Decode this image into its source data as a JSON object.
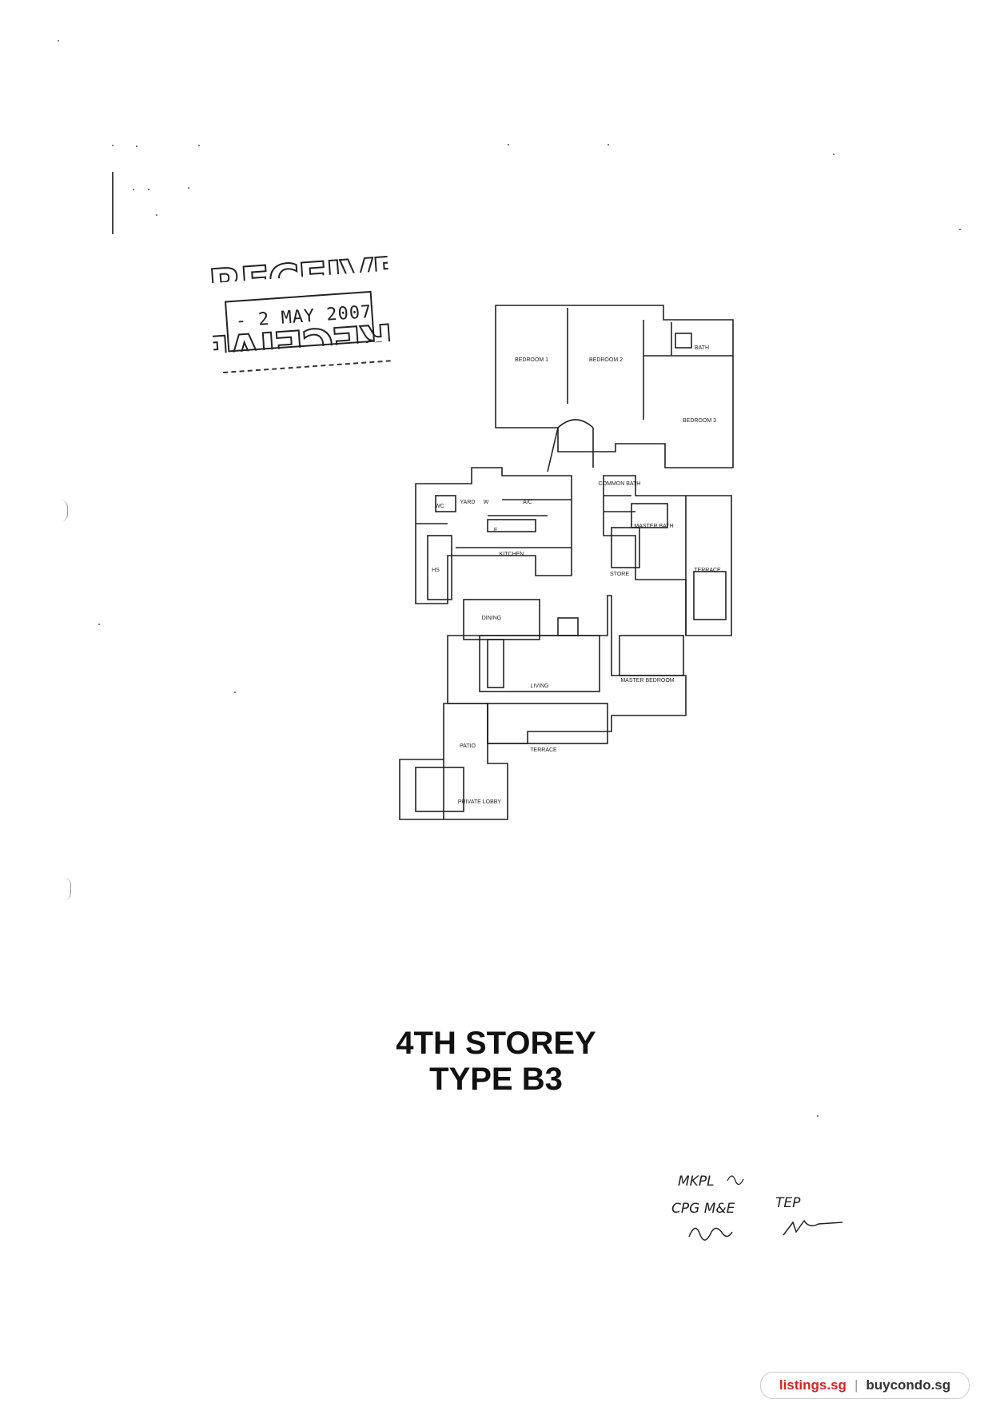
{
  "stamp": {
    "word": "RECEIVED",
    "date": "- 2 MAY 2007"
  },
  "floor_plan": {
    "rooms": {
      "bedroom1": "BEDROOM 1",
      "bedroom2": "BEDROOM 2",
      "bath": "BATH",
      "bedroom3": "BEDROOM 3",
      "common_bath": "COMMON BATH",
      "yard": "YARD",
      "w": "W",
      "ac": "A/C",
      "wc": "WC",
      "f": "F",
      "kitchen": "KITCHEN",
      "hs": "HS",
      "dining": "DINING",
      "master_bath": "MASTER BATH",
      "store": "STORE",
      "terrace_right": "TERRACE",
      "living": "LIVING",
      "master_bedroom": "MASTER BEDROOM",
      "patio": "PATIO",
      "terrace_bottom": "TERRACE",
      "private_lobby": "PRIVATE LOBBY"
    }
  },
  "title": {
    "line1": "4TH  STOREY",
    "line2": "TYPE B3"
  },
  "signatures": {
    "line1": "MKPL",
    "line2a": "CPG M&E",
    "line2b": "TEP"
  },
  "footer": {
    "left": "listings.sg",
    "separator": "|",
    "right": "buycondo.sg"
  }
}
